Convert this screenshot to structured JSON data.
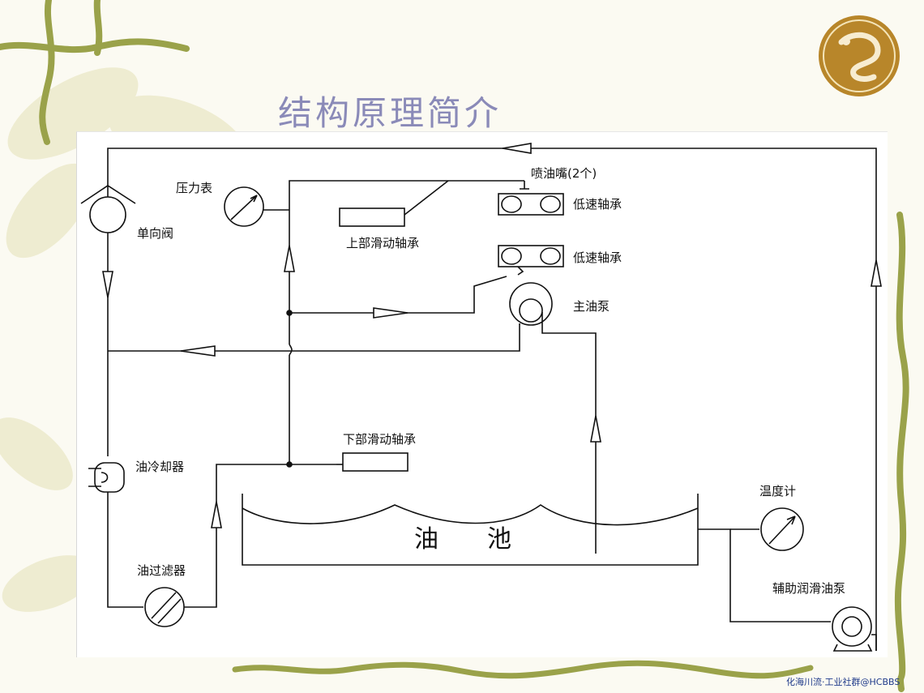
{
  "slide": {
    "title": "结构原理简介",
    "watermark": "化海川流·工业社群@HCBBS",
    "logo": "dragon-emblem-logo"
  },
  "diagram": {
    "labels": {
      "pressure_gauge": "压力表",
      "nozzle": "喷油嘴(2个)",
      "low_speed_bearing_top": "低速轴承",
      "low_speed_bearing_bottom": "低速轴承",
      "check_valve": "单向阀",
      "upper_bearing": "上部滑动轴承",
      "main_pump": "主油泵",
      "lower_bearing": "下部滑动轴承",
      "oil_cooler": "油冷却器",
      "thermometer": "温度计",
      "oil_filter": "油过滤器",
      "aux_pump": "辅助润滑油泵",
      "oil_pool": "油　　池"
    }
  },
  "colors": {
    "line": "#111111",
    "title": "#8a8ab8",
    "logo_bg": "#b8862a",
    "vine": "#9aa24a"
  }
}
